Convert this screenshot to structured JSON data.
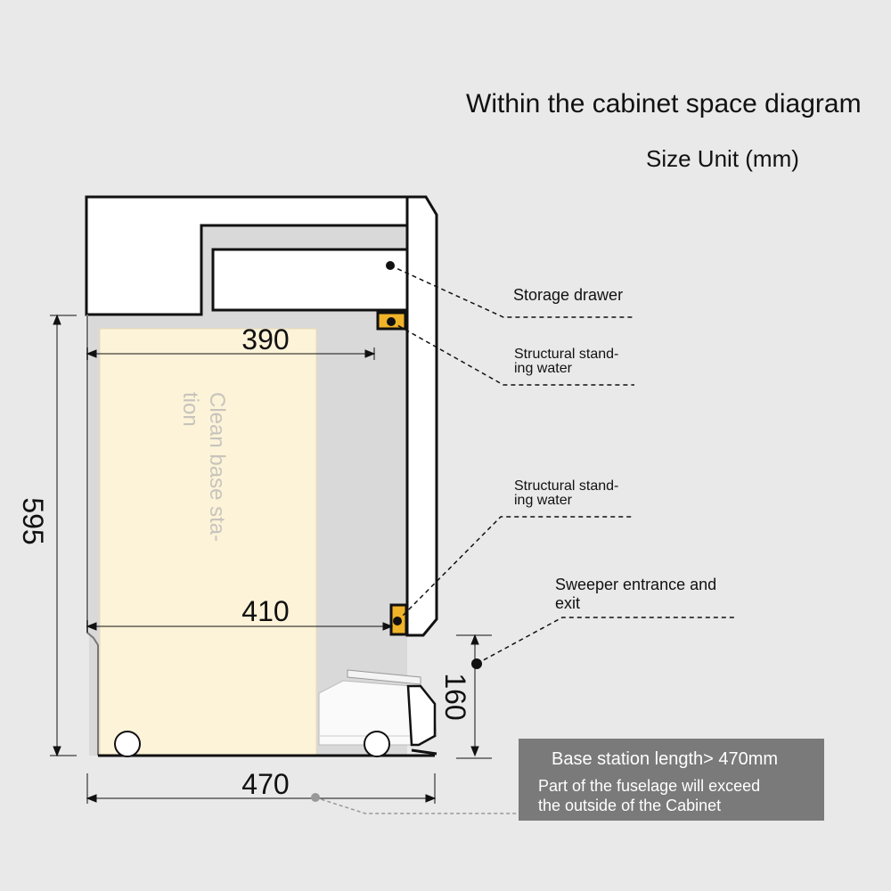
{
  "title": "Within the cabinet space diagram",
  "subtitle": "Size Unit (mm)",
  "dimensions": {
    "upper_width": "390",
    "lower_width": "410",
    "base_width": "470",
    "height": "595",
    "entrance_height": "160"
  },
  "callouts": {
    "storage_drawer": "Storage drawer",
    "structural_water_1": "Structural stand-\ning water",
    "structural_water_2": "Structural stand-\ning water",
    "sweeper_entrance": "Sweeper entrance and\nexit"
  },
  "station_label": "Clean base sta-\ntion",
  "note": {
    "heading": "Base station length> 470mm",
    "body": "Part of the fuselage will exceed\nthe outside of the Cabinet"
  },
  "colors": {
    "background": "#e9e9e9",
    "cabinet_fill": "#ffffff",
    "interior_fill": "#d9d9d9",
    "station_fill": "#fdf3d8",
    "water_marker": "#f0b429",
    "note_box": "#7a7a7a"
  }
}
